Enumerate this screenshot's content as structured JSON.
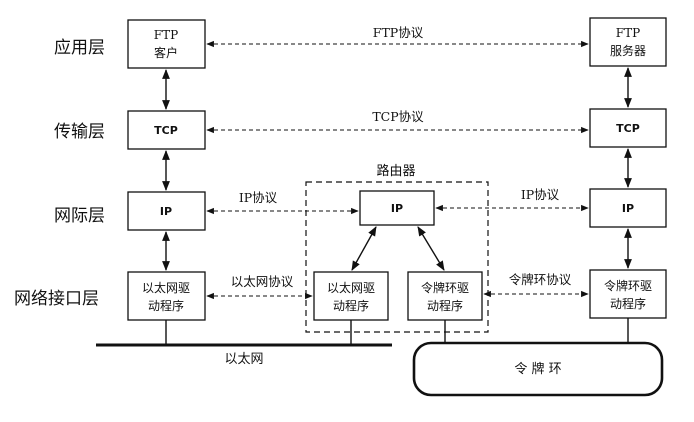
{
  "layers": {
    "application": "应用层",
    "transport": "传输层",
    "internet": "网际层",
    "link": "网络接口层"
  },
  "left_host": {
    "ftp_client": [
      "FTP",
      "客户"
    ],
    "tcp": "TCP",
    "ip": "IP",
    "ethernet_driver": [
      "以太网驱",
      "动程序"
    ]
  },
  "right_host": {
    "ftp_server": [
      "FTP",
      "服务器"
    ],
    "tcp": "TCP",
    "ip": "IP",
    "token_ring_driver": [
      "令牌环驱",
      "动程序"
    ]
  },
  "router": {
    "title": "路由器",
    "ip": "IP",
    "ethernet_driver": [
      "以太网驱",
      "动程序"
    ],
    "token_ring_driver": [
      "令牌环驱",
      "动程序"
    ]
  },
  "protocols": {
    "ftp": "FTP协议",
    "tcp": "TCP协议",
    "ip_left": "IP协议",
    "ip_right": "IP协议",
    "ethernet": "以太网协议",
    "token_ring": "令牌环协议"
  },
  "networks": {
    "ethernet": "以太网",
    "token_ring": "令 牌 环"
  }
}
